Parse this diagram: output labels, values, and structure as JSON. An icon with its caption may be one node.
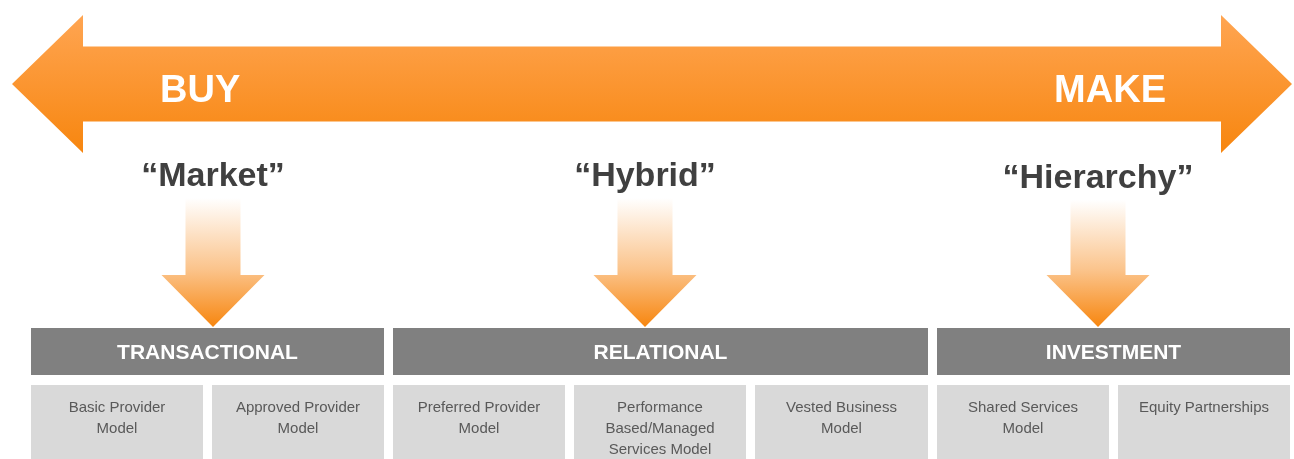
{
  "diagram": {
    "nodes": [
      {
        "text": [
          "BUY",
          "MAKE"
        ]
      },
      {
        "text": [
          "“Market”"
        ]
      },
      {
        "text": [
          "“Hybrid”"
        ]
      },
      {
        "text": [
          "“Hierarchy”"
        ]
      },
      {
        "text": [
          "TRANSACTIONAL"
        ]
      },
      {
        "text": [
          "RELATIONAL"
        ]
      },
      {
        "text": [
          "INVESTMENT"
        ]
      },
      {
        "text": [
          "Basic Provider Model"
        ]
      },
      {
        "text": [
          "Approved Provider Model"
        ]
      },
      {
        "text": [
          "Preferred Provider Model"
        ]
      },
      {
        "text": [
          "Performance Based/Managed Services Model"
        ]
      },
      {
        "text": [
          "Vested Business Model"
        ]
      },
      {
        "text": [
          "Shared Services Model"
        ]
      },
      {
        "text": [
          "Equity Partnerships"
        ]
      }
    ],
    "edges": [
      {
        "from": 1,
        "to": 4,
        "arrow": "to",
        "style": "thick"
      },
      {
        "from": 2,
        "to": 5,
        "arrow": "to",
        "style": "thick"
      },
      {
        "from": 3,
        "to": 6,
        "arrow": "to",
        "style": "thick"
      }
    ]
  }
}
